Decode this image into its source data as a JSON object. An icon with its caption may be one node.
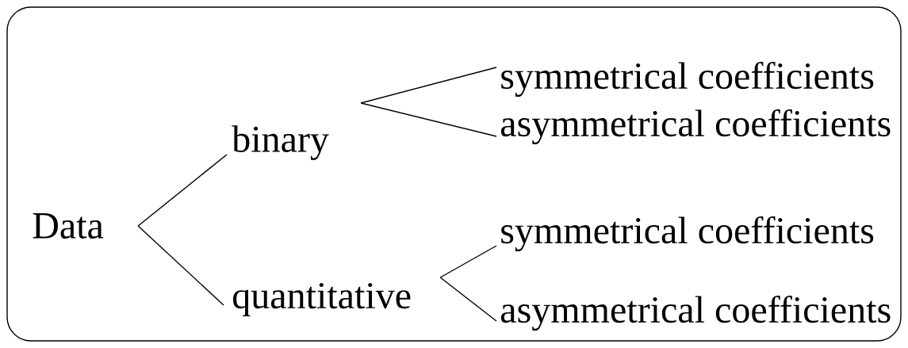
{
  "diagram": {
    "nodes": [
      {
        "text": [
          "Data"
        ]
      },
      {
        "text": [
          "binary"
        ]
      },
      {
        "text": [
          "quantitative"
        ]
      },
      {
        "text": [
          "symmetrical coefficients"
        ]
      },
      {
        "text": [
          "asymmetrical coefficients"
        ]
      },
      {
        "text": [
          "symmetrical coefficients"
        ]
      },
      {
        "text": [
          "asymmetrical coefficients"
        ]
      }
    ],
    "edges": [
      {
        "from": 0,
        "to": 1,
        "arrow": "none"
      },
      {
        "from": 0,
        "to": 2,
        "arrow": "none"
      },
      {
        "from": 1,
        "to": 3,
        "arrow": "none"
      },
      {
        "from": 1,
        "to": 4,
        "arrow": "none"
      },
      {
        "from": 2,
        "to": 5,
        "arrow": "none"
      },
      {
        "from": 2,
        "to": 6,
        "arrow": "none"
      }
    ]
  }
}
